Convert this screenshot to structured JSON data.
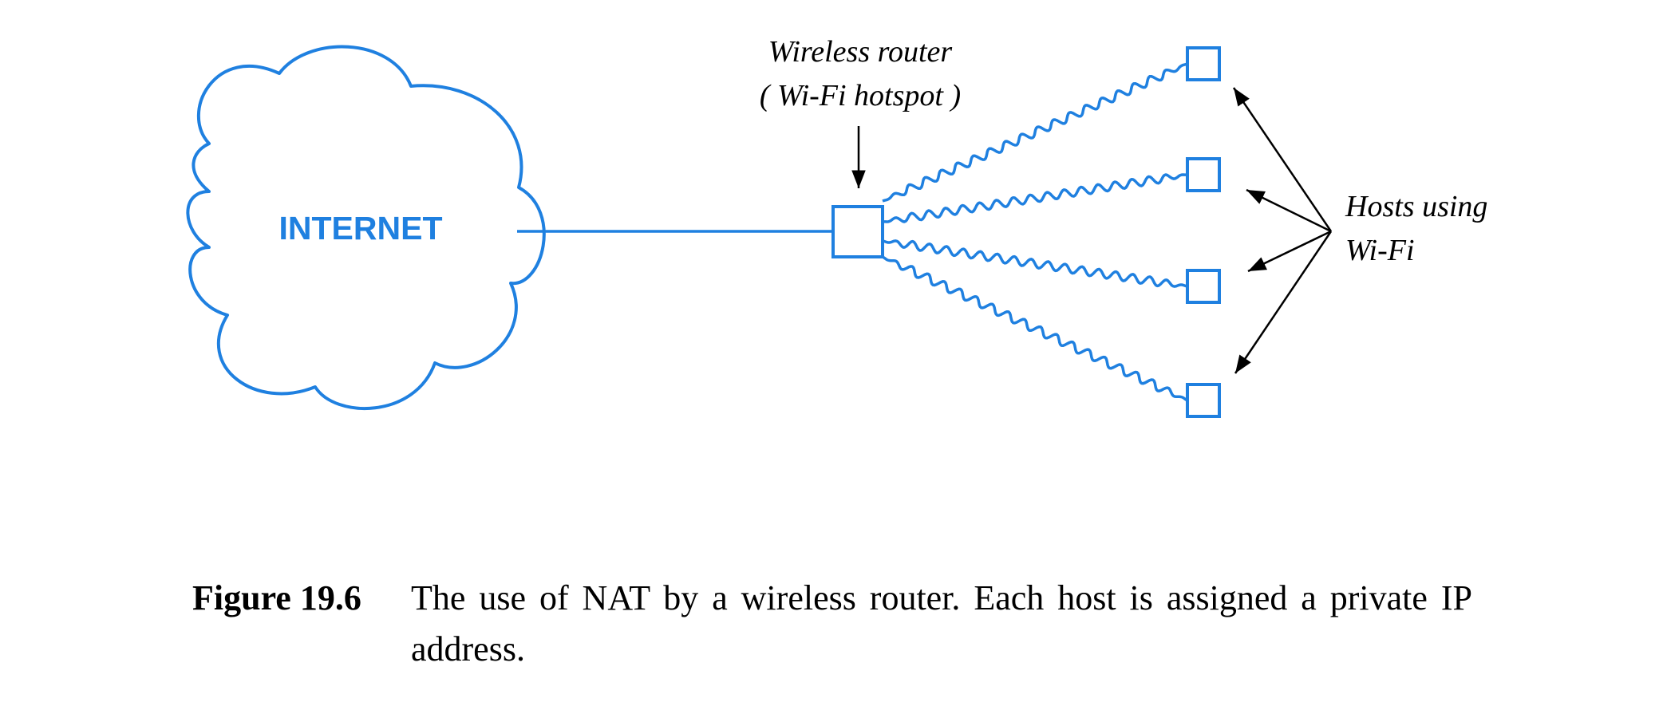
{
  "colors": {
    "network": "#1f80e0",
    "ink": "#000000",
    "background": "#ffffff"
  },
  "cloud": {
    "label": "INTERNET",
    "icon": "cloud-icon"
  },
  "router": {
    "label_line1": "Wireless router",
    "label_line2": "( Wi-Fi hotspot )",
    "icon": "router-box"
  },
  "hosts": {
    "label_line1": "Hosts using",
    "label_line2": "Wi-Fi",
    "count": 4
  },
  "caption": {
    "number": "Figure 19.6",
    "text": "The use of NAT by a wireless router.  Each host is assigned a private IP address."
  }
}
